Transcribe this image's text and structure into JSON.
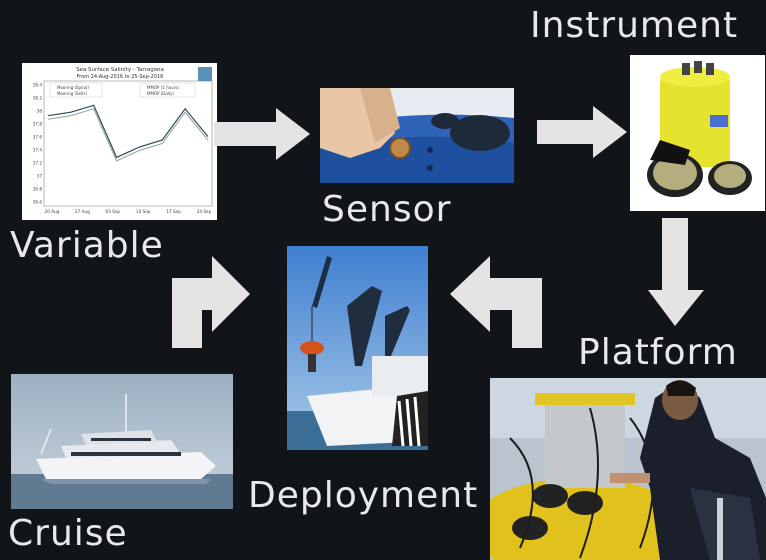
{
  "labels": {
    "instrument": "Instrument",
    "sensor": "Sensor",
    "variable": "Variable",
    "platform": "Platform",
    "deployment": "Deployment",
    "cruise": "Cruise"
  },
  "chart": {
    "title_line1": "Sea Surface Salinity - Tarragona",
    "title_line2": "From 24-Aug-2016 to 25-Sep-2016",
    "legend_left": [
      "Mooring (Spiral)",
      "Mooring (Sells)"
    ],
    "legend_right": [
      "MMOP (1 hours)",
      "MMOP (Daily)"
    ],
    "x_ticks": [
      "20 Aug",
      "27 Aug",
      "03 Sep",
      "10 Sep",
      "17 Sep",
      "24 Sep"
    ],
    "y_ticks": [
      "38.4",
      "38.2",
      "38",
      "37.8",
      "37.6",
      "37.4",
      "37.2",
      "37",
      "36.8",
      "36.6"
    ]
  },
  "chart_data": {
    "type": "line",
    "title": "Sea Surface Salinity - Tarragona",
    "subtitle": "From 24-Aug-2016 to 25-Sep-2016",
    "x": [
      "20 Aug",
      "27 Aug",
      "03 Sep",
      "10 Sep",
      "17 Sep",
      "24 Sep"
    ],
    "ylim": [
      36.6,
      38.4
    ],
    "series": [
      {
        "name": "Mooring (Spiral)",
        "values": [
          37.9,
          37.95,
          38.05,
          37.3,
          37.45,
          37.55,
          38.0,
          37.6
        ]
      },
      {
        "name": "MMOP (1 hours)",
        "values": [
          37.85,
          37.9,
          38.0,
          37.25,
          37.4,
          37.5,
          37.95,
          37.55
        ]
      }
    ]
  },
  "colors": {
    "background": "#111419",
    "arrow": "#e4e4e4",
    "text": "#e7e9ec"
  }
}
